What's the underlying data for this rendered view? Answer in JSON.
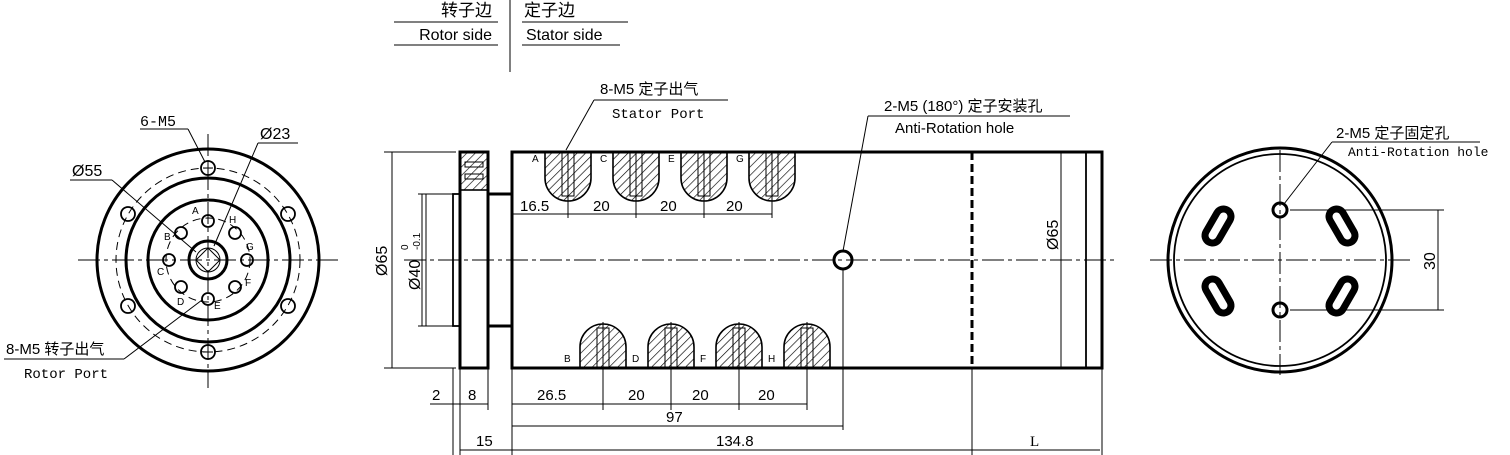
{
  "labels": {
    "rotor_side_cn": "转子边",
    "rotor_side_en": "Rotor side",
    "stator_side_cn": "定子边",
    "stator_side_en": "Stator side",
    "stator_port_cn": "8-M5 定子出气",
    "stator_port_en": "Stator Port",
    "anti_rot_side_cn": "2-M5 (180°) 定子安装孔",
    "anti_rot_side_en": "Anti-Rotation hole",
    "anti_rot_right_cn": "2-M5 定子固定孔",
    "anti_rot_right_en": "Anti-Rotation hole",
    "rotor_port_cn": "8-M5 转子出气",
    "rotor_port_en": "Rotor Port",
    "m5_6": "6-M5",
    "dia23": "Ø23",
    "dia55": "Ø55",
    "dia65_left": "Ø65",
    "dia40": "Ø40",
    "dia40_upper": "0",
    "dia40_lower": "-0.1",
    "dia65_body": "Ø65",
    "dim30": "30"
  },
  "port_letters": {
    "front_view": [
      "A",
      "B",
      "C",
      "D",
      "E",
      "F",
      "G",
      "H"
    ],
    "top_row": [
      "A",
      "C",
      "E",
      "G"
    ],
    "bottom_row": [
      "B",
      "D",
      "F",
      "H"
    ]
  },
  "dimensions": {
    "top_pitch": [
      "16.5",
      "20",
      "20",
      "20"
    ],
    "bottom_small": [
      "2",
      "8"
    ],
    "bottom_pitch": [
      "26.5",
      "20",
      "20",
      "20"
    ],
    "length_97": "97",
    "length_15": "15",
    "length_134_8": "134.8",
    "length_L": "L"
  }
}
